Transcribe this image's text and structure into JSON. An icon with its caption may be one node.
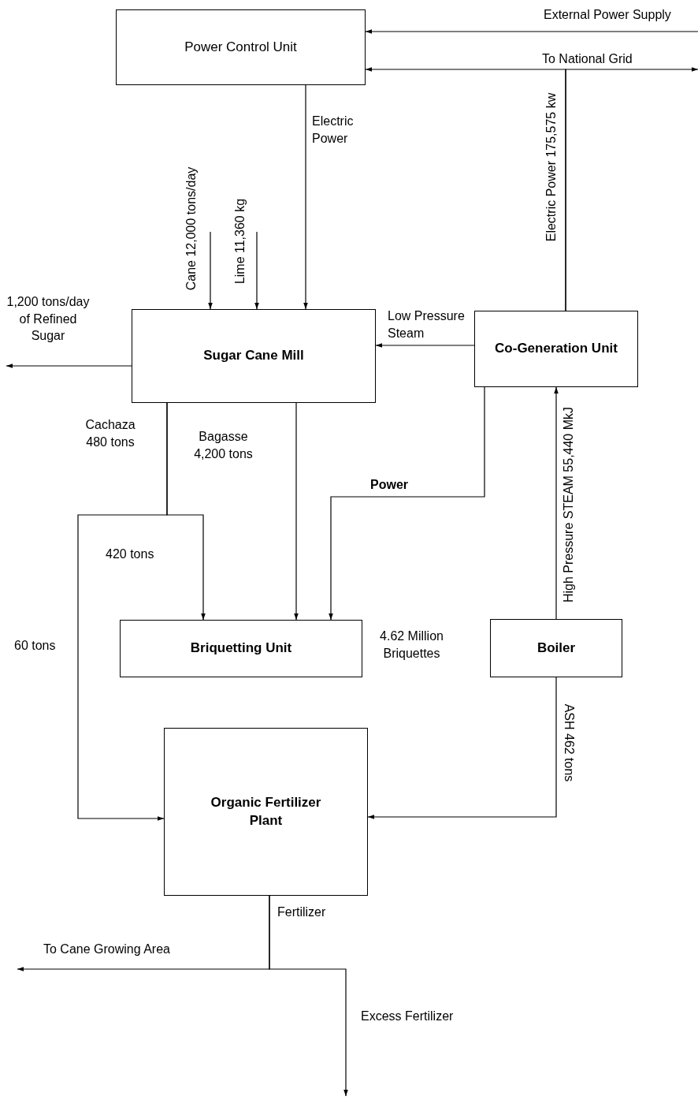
{
  "diagram": {
    "nodes": [
      {
        "text": [
          "Power Control Unit"
        ]
      },
      {
        "text": [
          "Sugar Cane Mill"
        ]
      },
      {
        "text": [
          "Co-Generation Unit"
        ]
      },
      {
        "text": [
          "Briquetting Unit"
        ],
        "beside": [
          "4.62 Million Briquettes"
        ]
      },
      {
        "text": [
          "Boiler"
        ]
      },
      {
        "text": [
          "Organic Fertilizer Plant"
        ]
      }
    ],
    "edges": [
      {
        "from": null,
        "to": 0,
        "arrow": "to",
        "label": "External Power Supply"
      },
      {
        "from": 2,
        "to": 0,
        "arrow": "to",
        "label": "Electric Power 175,575 kw"
      },
      {
        "from": 2,
        "to": null,
        "arrow": "to",
        "label": "To National Grid"
      },
      {
        "from": 0,
        "to": 1,
        "arrow": "to",
        "label": "Electric Power"
      },
      {
        "from": null,
        "to": 1,
        "arrow": "to",
        "label": "Cane 12,000 tons/day"
      },
      {
        "from": null,
        "to": 1,
        "arrow": "to",
        "label": "Lime 11,360 kg"
      },
      {
        "from": 1,
        "to": null,
        "arrow": "to",
        "label": "1,200 tons/day of Refined Sugar"
      },
      {
        "from": 2,
        "to": 1,
        "arrow": "to",
        "label": "Low Pressure Steam"
      },
      {
        "from": 1,
        "to": 3,
        "arrow": "to",
        "label": "420 tons"
      },
      {
        "from": 1,
        "to": 5,
        "arrow": "to",
        "label": "60 tons"
      },
      {
        "from": 1,
        "to": 3,
        "arrow": "to",
        "label": "Bagasse 4,200 tons"
      },
      {
        "from": 2,
        "to": 3,
        "arrow": "to",
        "label": "Power"
      },
      {
        "from": 4,
        "to": 2,
        "arrow": "to",
        "label": "High Pressure STEAM 55,440 MkJ"
      },
      {
        "from": 4,
        "to": 5,
        "arrow": "to",
        "label": "ASH 462 tons"
      },
      {
        "from": 5,
        "to": null,
        "arrow": "to",
        "label": "To Cane Growing Area"
      },
      {
        "from": 5,
        "to": null,
        "arrow": "to",
        "label": "Excess Fertilizer"
      }
    ],
    "labels": [
      "Cachaza 480 tons",
      "Fertilizer"
    ]
  }
}
